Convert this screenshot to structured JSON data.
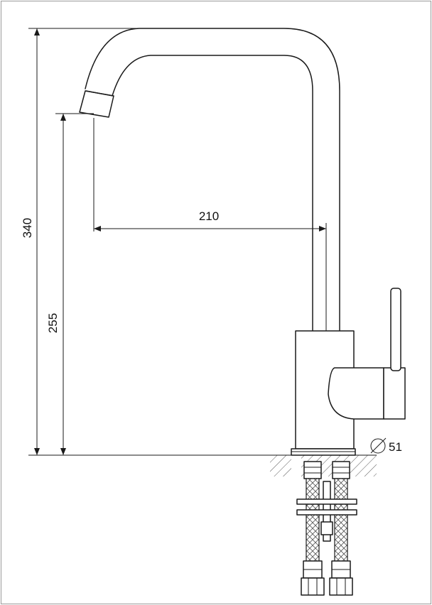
{
  "dimensions": {
    "total_height": "340",
    "spout_height": "255",
    "spout_reach": "210",
    "base_diameter": "51"
  }
}
